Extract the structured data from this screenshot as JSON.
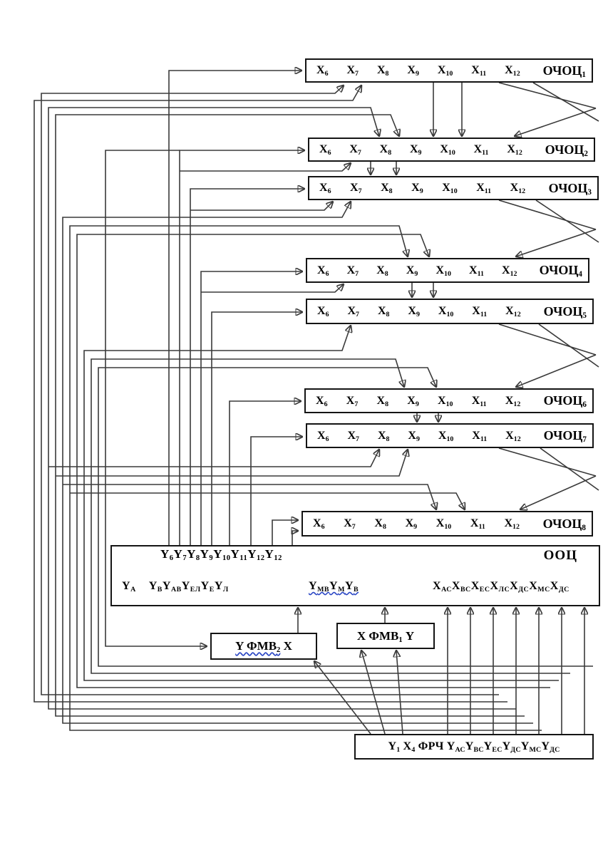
{
  "diagram": {
    "colors": {
      "line": "#3a3a3a",
      "squiggle": "#2b47c4"
    },
    "ochoc_boxes": [
      {
        "cells": [
          "X_{6}",
          "X_{7}",
          "X_{8}",
          "X_{9}",
          "X_{10}",
          "X_{11}",
          "X_{12}"
        ],
        "label": "ОЧОЦ_{1}"
      },
      {
        "cells": [
          "X_{6}",
          "X_{7}",
          "X_{8}",
          "X_{9}",
          "X_{10}",
          "X_{11}",
          "X_{12}"
        ],
        "label": "ОЧОЦ_{2}"
      },
      {
        "cells": [
          "X_{6}",
          "X_{7}",
          "X_{8}",
          "X_{9}",
          "X_{10}",
          "X_{11}",
          "X_{12}"
        ],
        "label": "ОЧОЦ_{3}"
      },
      {
        "cells": [
          "X_{6}",
          "X_{7}",
          "X_{8}",
          "X_{9}",
          "X_{10}",
          "X_{11}",
          "X_{12}"
        ],
        "label": "ОЧОЦ_{4}"
      },
      {
        "cells": [
          "X_{6}",
          "X_{7}",
          "X_{8}",
          "X_{9}",
          "X_{10}",
          "X_{11}",
          "X_{12}"
        ],
        "label": "ОЧОЦ_{5}"
      },
      {
        "cells": [
          "X_{6}",
          "X_{7}",
          "X_{8}",
          "X_{9}",
          "X_{10}",
          "X_{11}",
          "X_{12}"
        ],
        "label": "ОЧОЦ_{6}"
      },
      {
        "cells": [
          "X_{6}",
          "X_{7}",
          "X_{8}",
          "X_{9}",
          "X_{10}",
          "X_{11}",
          "X_{12}"
        ],
        "label": "ОЧОЦ_{7}"
      },
      {
        "cells": [
          "X_{6}",
          "X_{7}",
          "X_{8}",
          "X_{9}",
          "X_{10}",
          "X_{11}",
          "X_{12}"
        ],
        "label": "ОЧОЦ_{8}"
      }
    ],
    "ooc": {
      "label": "ООЦ",
      "top_row": "Y_{6}Y_{7}Y_{8}Y_{9}Y_{10}Y_{11}Y_{12}Y_{12}",
      "bottom_left": "Y_{А}    Y_{В}Y_{АВ}Y_{ЕЛ}Y_{Е}Y_{Л}",
      "bottom_mid": "Y_{МВ}Y_{М}Y_{В}",
      "bottom_right": "X_{АС}X_{ВС}X_{ЕС}X_{ЛС}X_{ДС}X_{МС}X_{ДС}"
    },
    "fmv2": {
      "underlined": "Y ФМВ_{2}",
      "rest": " X"
    },
    "fmv1": {
      "text": "X ФМВ_{1} Y"
    },
    "frch": {
      "text": "Y_{1} X_{4} ФРЧ Y_{АС}Y_{ВС}Y_{ЕС}Y_{ДС}Y_{МС}Y_{ДС}"
    }
  }
}
